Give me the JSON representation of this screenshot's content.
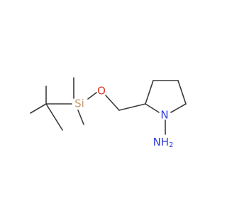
{
  "atoms": {
    "si": {
      "text": "Si",
      "color": "#c89a6a"
    },
    "o": {
      "text": "O",
      "color": "#e0342c"
    },
    "n": {
      "text": "N",
      "color": "#2f3dd9"
    },
    "amine": {
      "text": "NH2",
      "color": "#2f3dd9"
    }
  }
}
